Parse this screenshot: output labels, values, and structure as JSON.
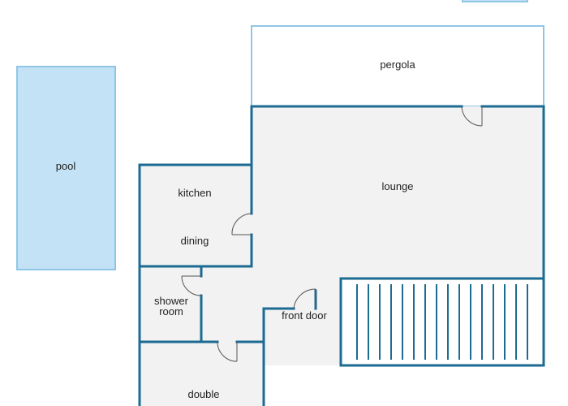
{
  "colors": {
    "wall": "#1c6b93",
    "floor": "#f2f2f2",
    "pool_fill": "#c4e2f5",
    "pool_stroke": "#8fc6e6",
    "pergola_stroke": "#8fc6e6",
    "background": "#ffffff"
  },
  "labels": {
    "pool": "pool",
    "pergola": "pergola",
    "lounge": "lounge",
    "kitchen": "kitchen",
    "dining": "dining",
    "shower_room_line1": "shower",
    "shower_room_line2": "room",
    "front_door": "front door",
    "double": "double"
  },
  "icons": {
    "door_swing": "door-swing-icon",
    "stairs": "stairs-icon"
  }
}
